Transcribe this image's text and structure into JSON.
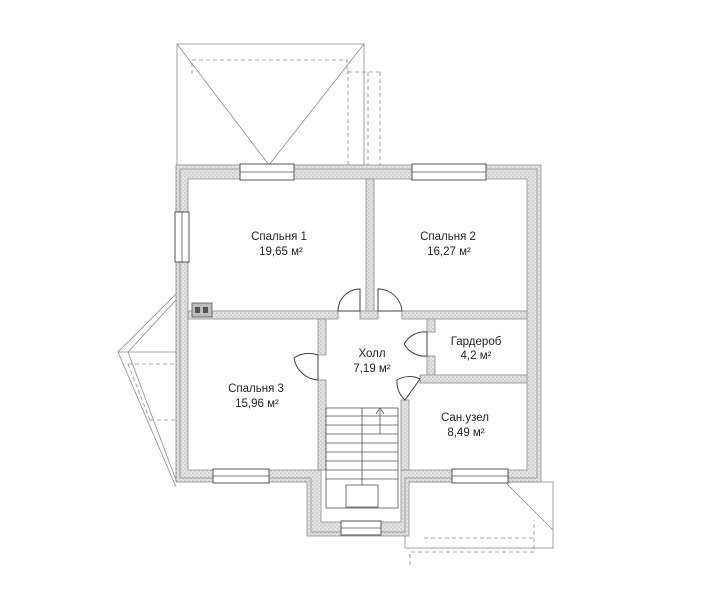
{
  "rooms": [
    {
      "id": "bedroom1",
      "name": "Спальня 1",
      "area": "19,65 м²"
    },
    {
      "id": "bedroom2",
      "name": "Спальня 2",
      "area": "16,27 м²"
    },
    {
      "id": "wardrobe",
      "name": "Гардероб",
      "area": "4,2 м²"
    },
    {
      "id": "hall",
      "name": "Холл",
      "area": "7,19 м²"
    },
    {
      "id": "bedroom3",
      "name": "Спальня 3",
      "area": "15,96 м²"
    },
    {
      "id": "bathroom",
      "name": "Сан.узел",
      "area": "8,49 м²"
    }
  ]
}
